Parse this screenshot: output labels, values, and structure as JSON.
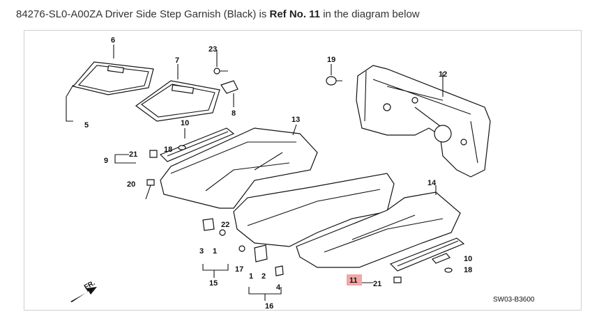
{
  "caption": {
    "part_number": "84276-SL0-A00ZA Driver Side Step Garnish (Black) is",
    "ref_label": "Ref No. 11",
    "suffix": "in the diagram below"
  },
  "diagram": {
    "code": "SW03-B3600",
    "direction": "FR.",
    "highlight_color": "#f4a6a6",
    "callouts": [
      "6",
      "23",
      "7",
      "19",
      "12",
      "5",
      "8",
      "13",
      "10",
      "18",
      "9",
      "21",
      "20",
      "14",
      "22",
      "3",
      "1",
      "17",
      "15",
      "2",
      "4",
      "16",
      "11",
      "21",
      "10",
      "18"
    ]
  }
}
